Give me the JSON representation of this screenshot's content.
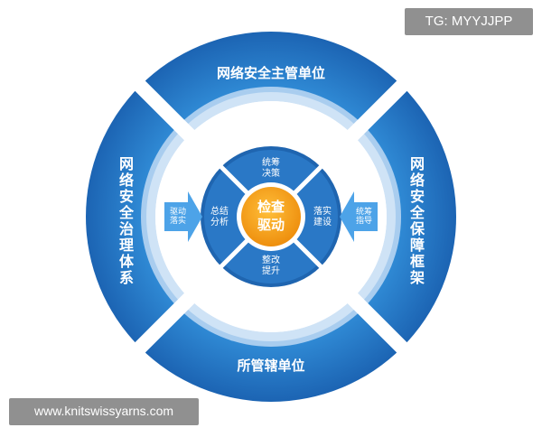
{
  "outer_ring": {
    "top": "网络安全主管单位",
    "bottom": "所管辖单位",
    "left": "网络安全治理体系",
    "right": "网络安全保障框架"
  },
  "arrows": {
    "left": "驱动落实",
    "right": "统筹指导"
  },
  "inner_ring": {
    "top": "统筹决策",
    "right": "落实建设",
    "bottom": "整改提升",
    "left": "总结分析"
  },
  "center": "检查驱动",
  "watermarks": {
    "tg": "TG: MYYJJPP",
    "site": "www.knitswissyarns.com"
  },
  "colors": {
    "outer_band": "#2b83cf",
    "outer_band_dark": "#1d67b5",
    "mid_band": "#a9cdef",
    "inner_band": "#2a78c6",
    "center": "#f3a21a",
    "arrow": "#4da3e8"
  }
}
